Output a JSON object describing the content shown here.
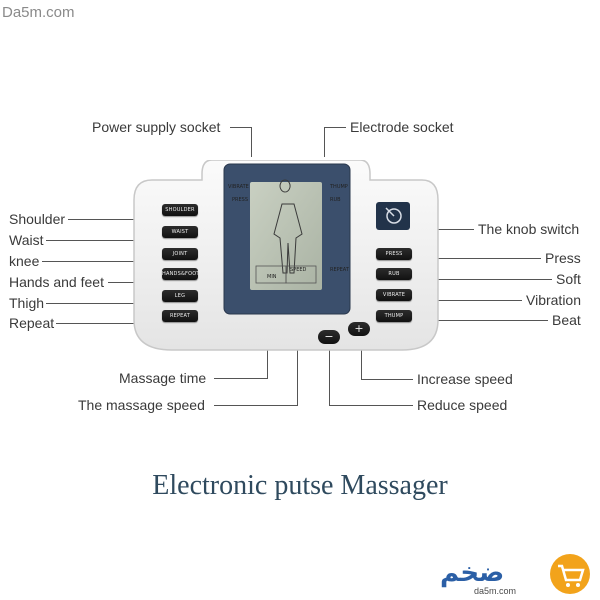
{
  "watermark": "Da5m.com",
  "title": "Electronic putse Massager",
  "labels": {
    "power_supply_socket": "Power supply socket",
    "electrode_socket": "Electrode socket",
    "shoulder": "Shoulder",
    "waist": "Waist",
    "knee": "knee",
    "hands_and_feet": "Hands and feet",
    "thigh": "Thigh",
    "repeat": "Repeat",
    "knob_switch": "The knob switch",
    "press": "Press",
    "soft": "Soft",
    "vibration": "Vibration",
    "beat": "Beat",
    "massage_time": "Massage time",
    "massage_speed": "The massage speed",
    "increase_speed": "Increase speed",
    "reduce_speed": "Reduce speed"
  },
  "device": {
    "left_buttons": [
      "SHOULDER",
      "WAIST",
      "JOINT",
      "HANDS&FOOT",
      "LEG",
      "REPEAT"
    ],
    "right_buttons": [
      "PRESS",
      "RUB",
      "VIBRATE",
      "THUMP"
    ],
    "screen": {
      "top_left": "VIBRATE",
      "top_left_2": "PRESS",
      "top_right": "THUMP",
      "top_right_2": "RUB",
      "bottom_right": "REPEAT",
      "min": "MIN",
      "speed": "SPEED"
    },
    "minus": "−",
    "plus": "+"
  },
  "logo": {
    "arabic": "ضخم",
    "site": "da5m.com"
  },
  "colors": {
    "title": "#2f4a5e",
    "logo_orange": "#f2a31b",
    "logo_blue": "#2b5fa6"
  }
}
